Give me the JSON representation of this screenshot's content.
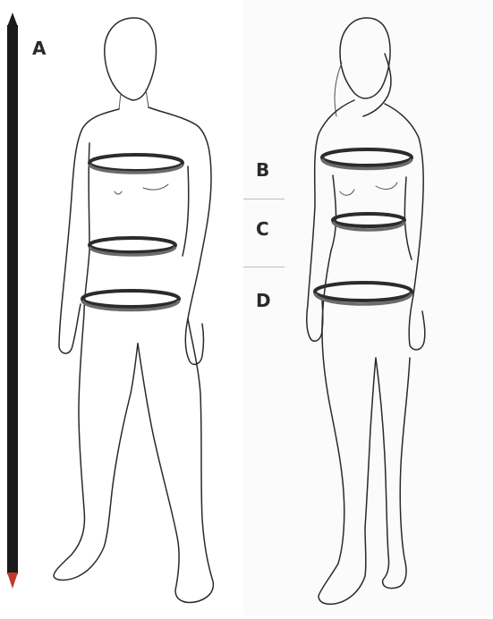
{
  "labels": {
    "height": "A",
    "chest": "B",
    "waist": "C",
    "hips": "D"
  },
  "colors": {
    "height_bar": "#1a1a1a",
    "arrow_tip": "#c0392b",
    "ring_back": "#2b2b2b",
    "ring_front": "#6b6b6b",
    "outline": "#2a2a2a",
    "background": "#ffffff"
  },
  "figures": [
    "male-figure",
    "female-figure"
  ]
}
